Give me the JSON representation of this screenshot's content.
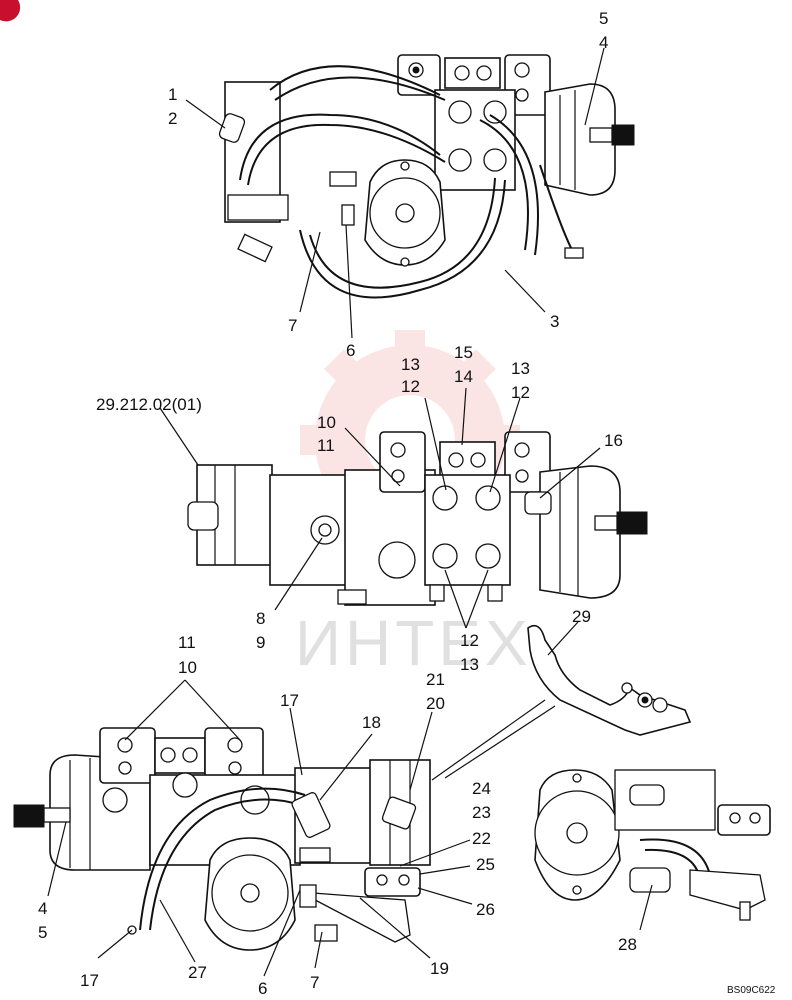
{
  "watermark": "ИНТЕХ",
  "drawing_code": "BS09C622",
  "reference": "29.212.02(01)",
  "callouts": {
    "top_view": [
      "5",
      "4",
      "1",
      "2",
      "7",
      "6",
      "3"
    ],
    "middle_view": [
      "15",
      "14",
      "13",
      "12",
      "13",
      "12",
      "10",
      "11",
      "16",
      "8",
      "9",
      "12",
      "13"
    ],
    "bottom_view": [
      "11",
      "10",
      "17",
      "18",
      "21",
      "20",
      "24",
      "23",
      "22",
      "25",
      "26",
      "4",
      "5",
      "17",
      "27",
      "6",
      "7",
      "19"
    ],
    "inset_bracket": [
      "29"
    ],
    "inset_detail": [
      "28"
    ]
  },
  "colors": {
    "line": "#111111",
    "watermark_red": "#e8a0a0",
    "watermark_gray": "#d9d9d9",
    "corner_mark": "#c8102e"
  }
}
